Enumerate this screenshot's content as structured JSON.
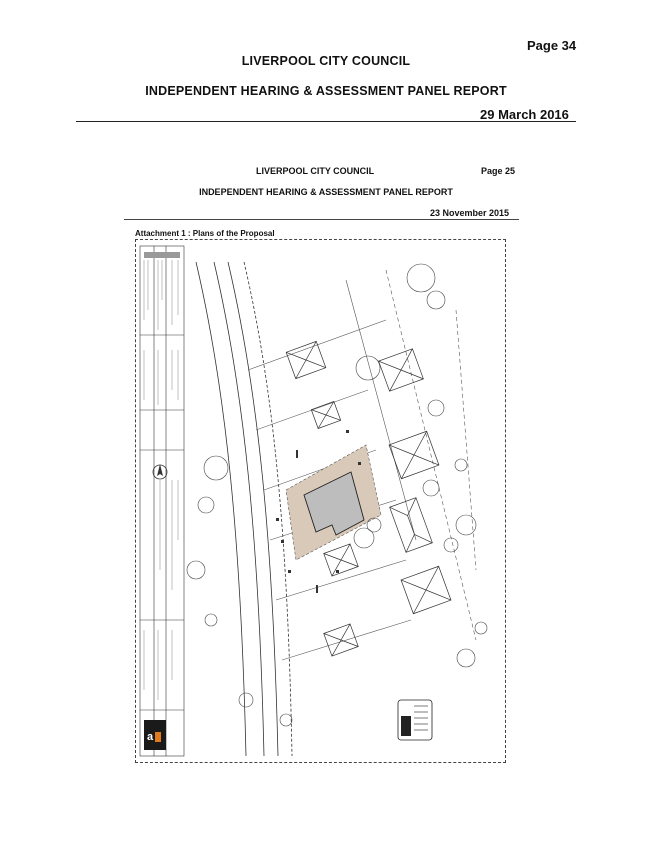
{
  "outer_header": {
    "page_label": "Page 34",
    "council": "LIVERPOOL CITY COUNCIL",
    "report_title": "INDEPENDENT HEARING & ASSESSMENT PANEL REPORT",
    "date": "29 March 2016"
  },
  "inner_header": {
    "council": "LIVERPOOL CITY COUNCIL",
    "page_label": "Page 25",
    "report_title": "INDEPENDENT HEARING & ASSESSMENT PANEL REPORT",
    "date": "23 November 2015",
    "attachment_caption": "Attachment 1 : Plans of the Proposal"
  },
  "plan": {
    "icons": [
      "north-arrow-icon",
      "logo-icon",
      "stamp-icon"
    ],
    "colors": {
      "line": "#333333",
      "site_shade": "#d9c9b8",
      "building_fill": "#bdbdbd",
      "logo_bg": "#1a1a1a",
      "logo_accent": "#e07a1f"
    }
  }
}
